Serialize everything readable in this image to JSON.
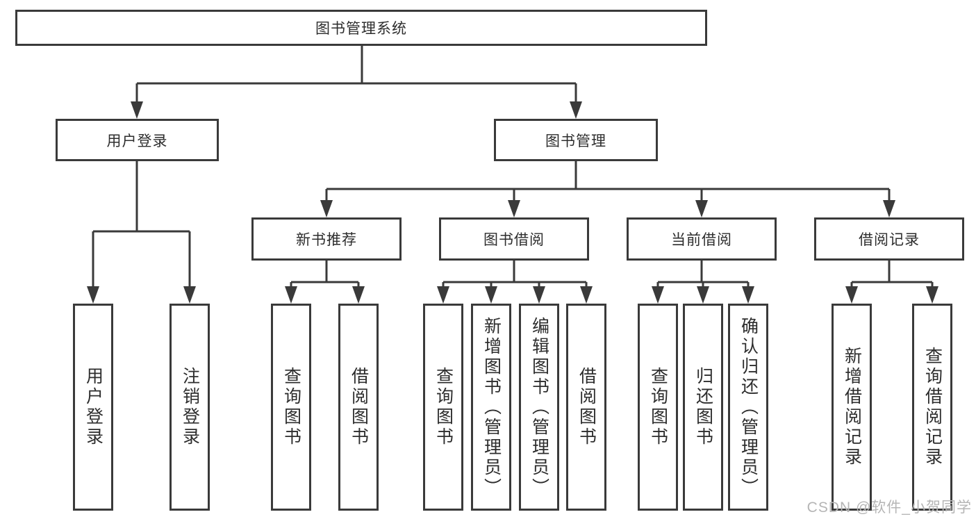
{
  "tree": {
    "root": {
      "label": "图书管理系统"
    },
    "children": [
      {
        "label": "用户登录",
        "children": [
          {
            "label": "用户登录"
          },
          {
            "label": "注销登录"
          }
        ]
      },
      {
        "label": "图书管理",
        "children": [
          {
            "label": "新书推荐",
            "children": [
              {
                "label": "查询图书"
              },
              {
                "label": "借阅图书"
              }
            ]
          },
          {
            "label": "图书借阅",
            "children": [
              {
                "label": "查询图书"
              },
              {
                "label": "新增图书（管理员）"
              },
              {
                "label": "编辑图书（管理员）"
              },
              {
                "label": "借阅图书"
              }
            ]
          },
          {
            "label": "当前借阅",
            "children": [
              {
                "label": "查询图书"
              },
              {
                "label": "归还图书"
              },
              {
                "label": "确认归还（管理员）"
              }
            ]
          },
          {
            "label": "借阅记录",
            "children": [
              {
                "label": "新增借阅记录"
              },
              {
                "label": "查询借阅记录"
              }
            ]
          }
        ]
      }
    ]
  },
  "watermark": {
    "text": "CSDN @软件_小贺同学"
  },
  "colors": {
    "line": "#3a3a3a",
    "text": "#2d2d2d",
    "watermark": "#b5b5b5",
    "background": "#ffffff"
  }
}
